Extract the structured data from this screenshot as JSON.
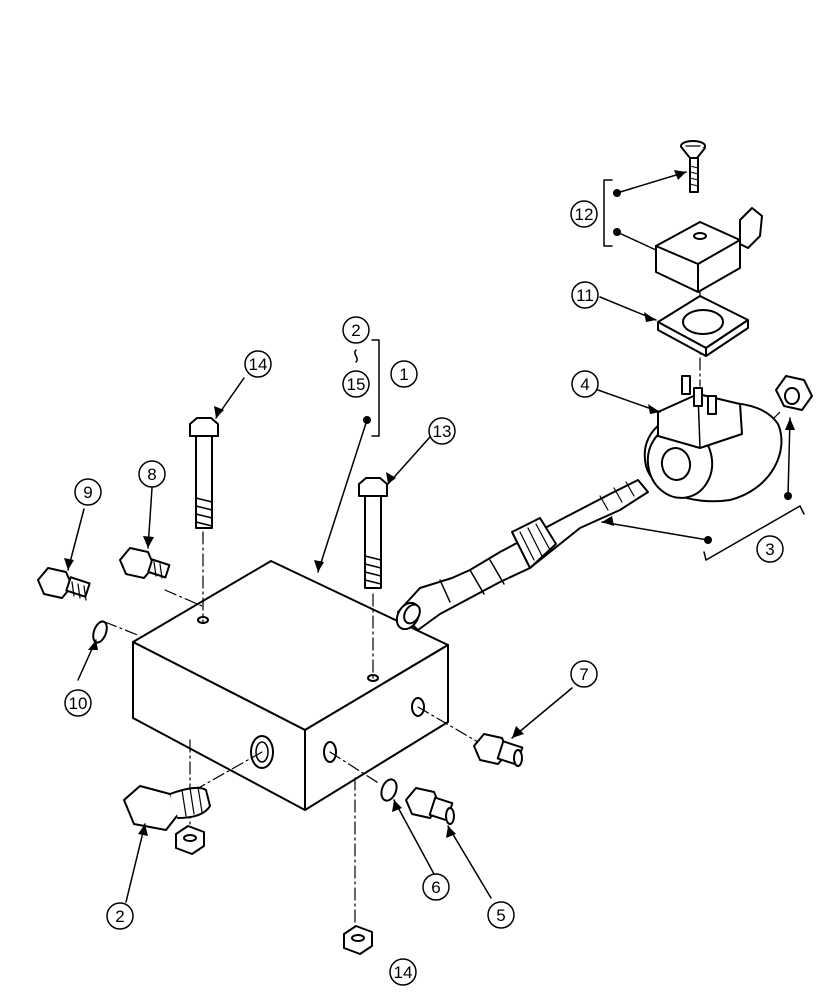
{
  "diagram": {
    "callouts": [
      {
        "id": "c-1",
        "label": "1"
      },
      {
        "id": "c-2a",
        "label": "2"
      },
      {
        "id": "c-2b",
        "label": "2"
      },
      {
        "id": "c-3",
        "label": "3"
      },
      {
        "id": "c-4",
        "label": "4"
      },
      {
        "id": "c-5",
        "label": "5"
      },
      {
        "id": "c-6",
        "label": "6"
      },
      {
        "id": "c-7",
        "label": "7"
      },
      {
        "id": "c-8",
        "label": "8"
      },
      {
        "id": "c-9",
        "label": "9"
      },
      {
        "id": "c-10",
        "label": "10"
      },
      {
        "id": "c-11",
        "label": "11"
      },
      {
        "id": "c-12",
        "label": "12"
      },
      {
        "id": "c-13",
        "label": "13"
      },
      {
        "id": "c-14a",
        "label": "14"
      },
      {
        "id": "c-14b",
        "label": "14"
      },
      {
        "id": "c-15",
        "label": "15"
      }
    ]
  }
}
